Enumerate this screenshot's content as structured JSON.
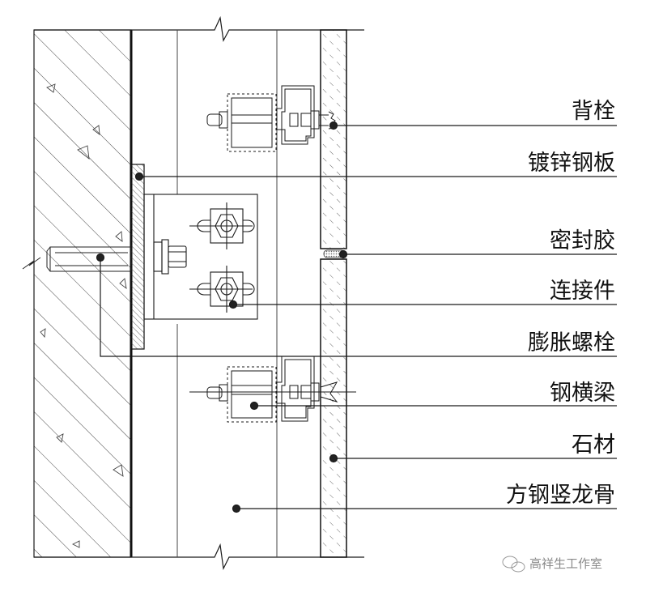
{
  "drawing": {
    "title": "石材幕墙背栓连接节点",
    "labels": [
      {
        "id": "back-bolt",
        "text": "背栓"
      },
      {
        "id": "galvanized-plate",
        "text": "镀锌钢板"
      },
      {
        "id": "sealant",
        "text": "密封胶"
      },
      {
        "id": "connector",
        "text": "连接件"
      },
      {
        "id": "expansion-bolt",
        "text": "膨胀螺栓"
      },
      {
        "id": "steel-crossbeam",
        "text": "钢横梁"
      },
      {
        "id": "stone",
        "text": "石材"
      },
      {
        "id": "square-steel-mullion",
        "text": "方钢竖龙骨"
      }
    ]
  },
  "watermark": {
    "icon": "wechat-icon",
    "text": "高祥生工作室"
  },
  "colors": {
    "line": "#1a1a1a",
    "hatch": "#555555",
    "sealant": "#9a9a9a",
    "watermark": "#8a8a8a"
  }
}
